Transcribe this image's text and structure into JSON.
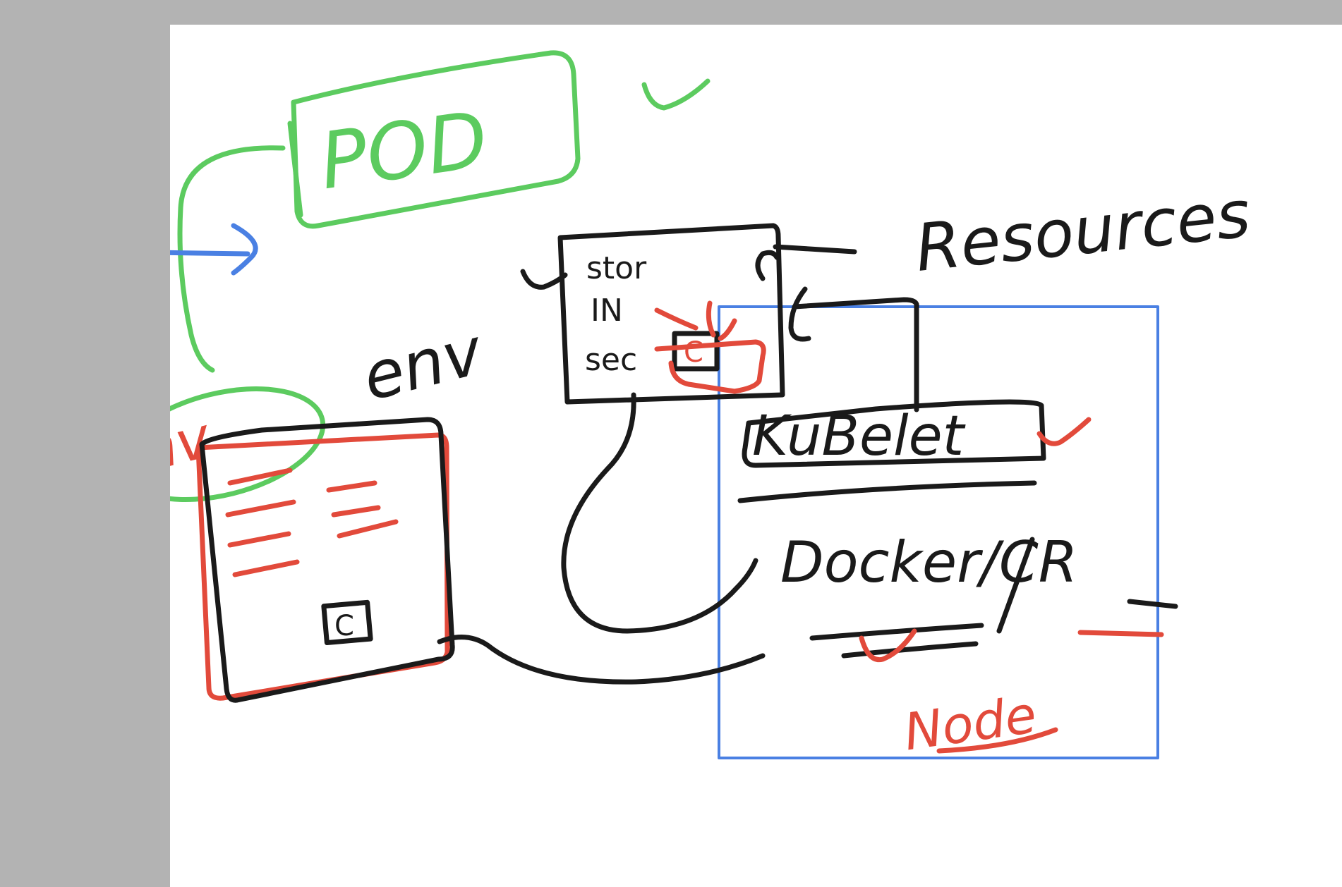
{
  "diagram": {
    "title_box": "POD",
    "resources_label": "Resources",
    "env_label": "env",
    "env_circled_label": "env",
    "config_box_lines": [
      "stor",
      "IN",
      "sec"
    ],
    "config_box_c": "C",
    "kubelet_label": "KuBelet",
    "runtime_label": "Docker/CR",
    "node_label": "Node",
    "container_c": "C"
  },
  "colors": {
    "canvas": "#ffffff",
    "frame": "#b3b3b3",
    "black_ink": "#1a1a1a",
    "green_ink": "#5ccb5f",
    "red_ink": "#e24a3b",
    "blue_ink": "#4a80e3"
  }
}
